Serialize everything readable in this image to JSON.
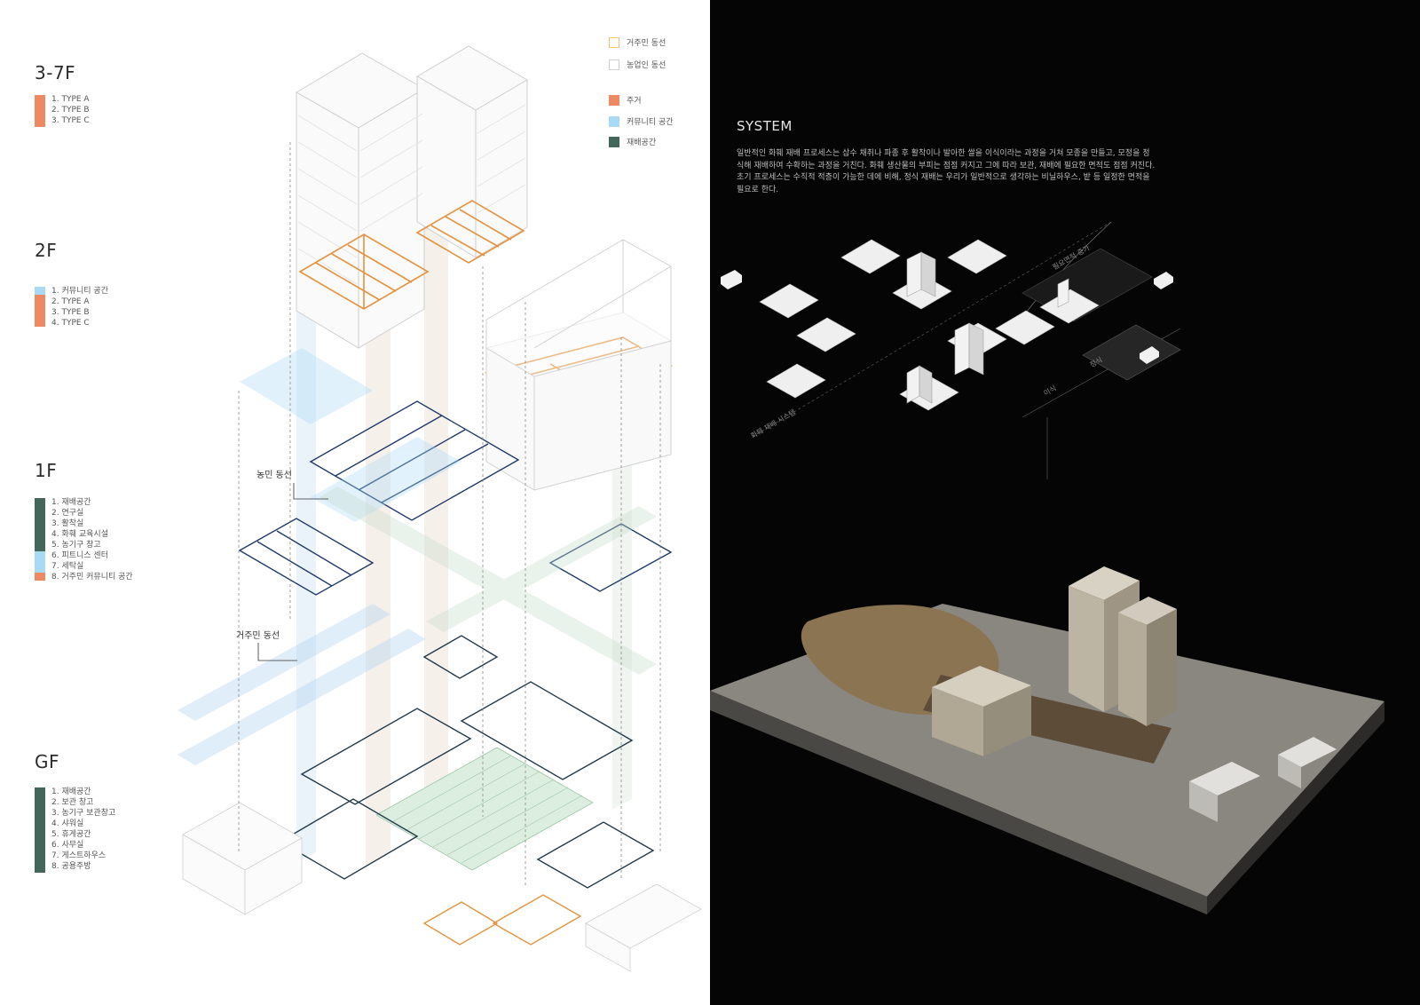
{
  "floors": [
    {
      "title": "3-7F",
      "items": [
        "1. TYPE A",
        "2. TYPE B",
        "3. TYPE C"
      ]
    },
    {
      "title": "2F",
      "items": [
        "1. 커뮤니티 공간",
        "2. TYPE A",
        "3. TYPE B",
        "4. TYPE C"
      ]
    },
    {
      "title": "1F",
      "items": [
        "1. 재배공간",
        "2. 연구실",
        "3. 활착실",
        "4. 화훼 교육시설",
        "5. 농기구 창고",
        "6. 피트니스 센터",
        "7. 세탁실",
        "8. 거주민 커뮤니티 공간"
      ]
    },
    {
      "title": "GF",
      "items": [
        "1. 재배공간",
        "2. 보관 창고",
        "3. 농기구 보관창고",
        "4. 샤워실",
        "5. 휴게공간",
        "6. 사무실",
        "7. 게스트하우스",
        "8. 공용주방"
      ]
    }
  ],
  "legend": [
    {
      "label": "거주민 동선",
      "style": "outline",
      "color": "#f2c27a"
    },
    {
      "label": "농업인 동선",
      "style": "outline",
      "color": "#cfcfcf"
    },
    {
      "label": "주거",
      "style": "fill",
      "color": "#ee8a63"
    },
    {
      "label": "커뮤니티 공간",
      "style": "fill",
      "color": "#a9daf5"
    },
    {
      "label": "재배공간",
      "style": "fill",
      "color": "#45665a"
    }
  ],
  "callouts": {
    "farmer_path": "농민 동선",
    "resident_path": "거주민 동선"
  },
  "system": {
    "title": "SYSTEM",
    "body": [
      "일반적인 화훼 재배 프로세스는 삽수 채취나 파종 후 활착이나 발아한 쌀을 이식이라는 과정을 거쳐 모종을 만들고, 모정을 정",
      "식해 재배하여 수확하는 과정을 거친다. 화훼 생산물의 부피는 점점 커지고 그에 따라 보관, 재배에 필요한 면적도 점점 커진다.",
      "초기 프로세스는 수직적 적층이 가능한 데에 비해, 정식 재배는 우리가 일반적으로 생각하는 비닐하우스, 밭 등 일정한 면적을",
      "필요로 한다."
    ],
    "diagram_labels": {
      "system_axis": "화훼 재배 시스템",
      "transplant": "이식",
      "planting": "정식",
      "area_needed": "필요면적 증가"
    }
  },
  "colors": {
    "residence": "#ee8a63",
    "community": "#a9daf5",
    "cultivation": "#45665a",
    "plan_orange": "#e3923e",
    "plan_navy": "#1f3a6a"
  }
}
